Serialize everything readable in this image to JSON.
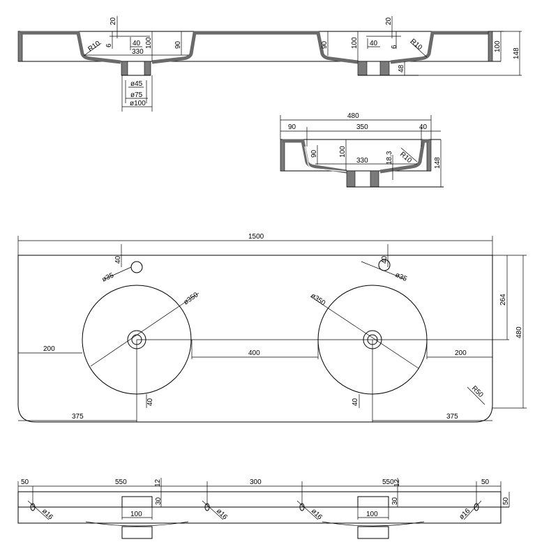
{
  "section_double": {
    "labels": {
      "d20a": "20",
      "d6a": "6",
      "r10a": "R10",
      "d40a": "40",
      "d330": "330",
      "d100a": "100",
      "d90a": "90",
      "d45": "ø45",
      "d75": "ø75",
      "d100b": "ø100",
      "d90b": "90",
      "d100c": "100",
      "d40b": "40",
      "d20b": "20",
      "d6b": "6",
      "r10b": "R10",
      "d48": "48",
      "d100d": "100",
      "d148": "148"
    }
  },
  "section_single": {
    "labels": {
      "w480": "480",
      "w90": "90",
      "w350": "350",
      "w40": "40",
      "h90": "90",
      "h100": "100",
      "w330": "330",
      "h18": "18.3",
      "r10": "R10",
      "h148": "148"
    }
  },
  "plan": {
    "labels": {
      "w1500": "1500",
      "d35a": "ø35",
      "d35b": "ø35",
      "h40a": "40",
      "h40b": "40",
      "d350a": "ø350",
      "d350b": "ø350",
      "w200a": "200",
      "w400": "400",
      "w200b": "200",
      "w375a": "375",
      "w375b": "375",
      "h264": "264",
      "h480": "480",
      "r50": "R50",
      "h40c": "40",
      "h40d": "40"
    }
  },
  "bottom": {
    "labels": {
      "w50a": "50",
      "w550a": "550",
      "h12a": "12",
      "w300": "300",
      "w550b": "550",
      "h12b": "12",
      "w50b": "50",
      "h30a": "30",
      "h30b": "30",
      "h50": "50",
      "w100a": "100",
      "w100b": "100",
      "d16a": "ø16",
      "d16b": "ø16",
      "d16c": "ø16",
      "d16d": "ø16"
    }
  }
}
